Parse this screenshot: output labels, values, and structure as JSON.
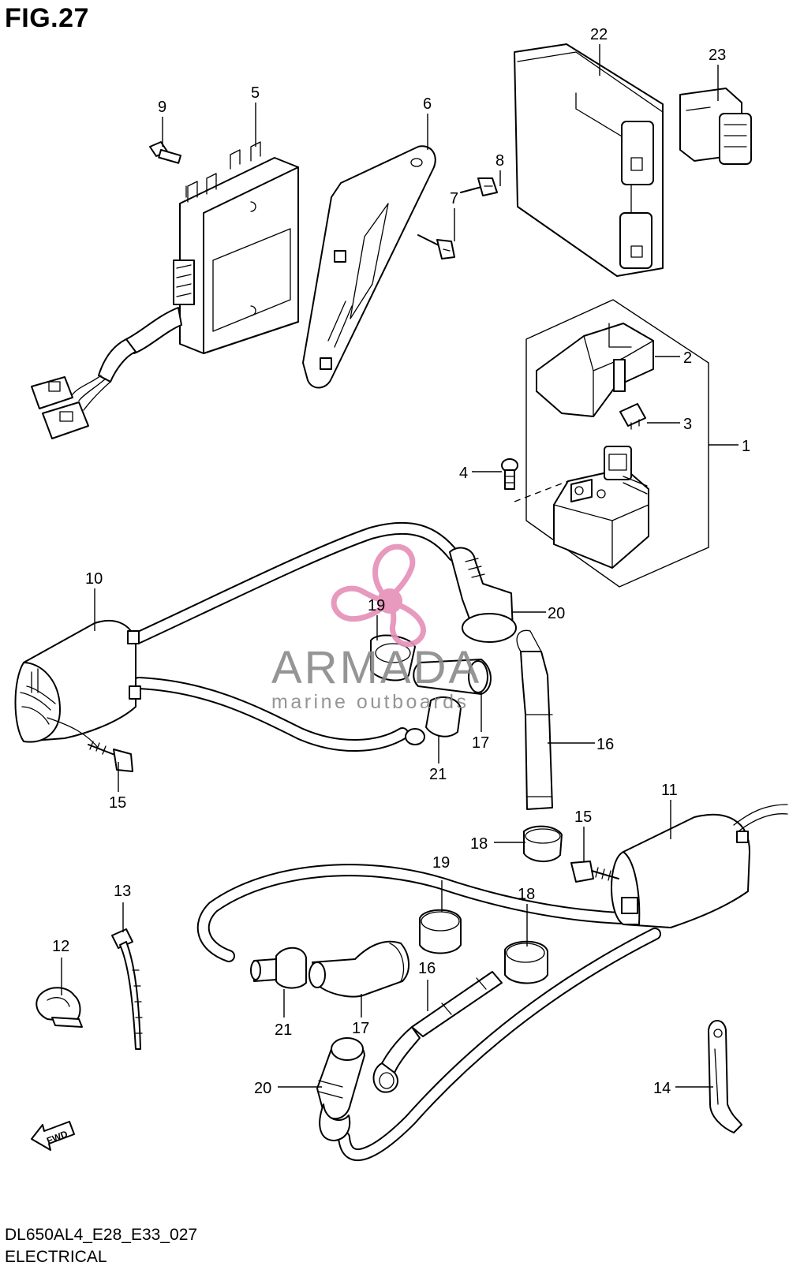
{
  "figure": {
    "title": "FIG.27",
    "code": "DL650AL4_E28_E33_027",
    "section": "ELECTRICAL"
  },
  "watermark": {
    "brand": "ARMADA",
    "tagline": "marine outboards",
    "accent_color": "#e58fb8",
    "text_color": "#8a8a8a"
  },
  "callouts": {
    "n1": "1",
    "n2": "2",
    "n3": "3",
    "n4": "4",
    "n5": "5",
    "n6": "6",
    "n7": "7",
    "n8": "8",
    "n9": "9",
    "n10": "10",
    "n11": "11",
    "n12": "12",
    "n13": "13",
    "n14": "14",
    "n15a": "15",
    "n15b": "15",
    "n16a": "16",
    "n16b": "16",
    "n17a": "17",
    "n17b": "17",
    "n18a": "18",
    "n18b": "18",
    "n19a": "19",
    "n19b": "19",
    "n20a": "20",
    "n20b": "20",
    "n21a": "21",
    "n21b": "21",
    "n22": "22",
    "n23": "23"
  },
  "fwd_arrow": {
    "label": "FWD",
    "icon": "forward-arrow-icon"
  }
}
